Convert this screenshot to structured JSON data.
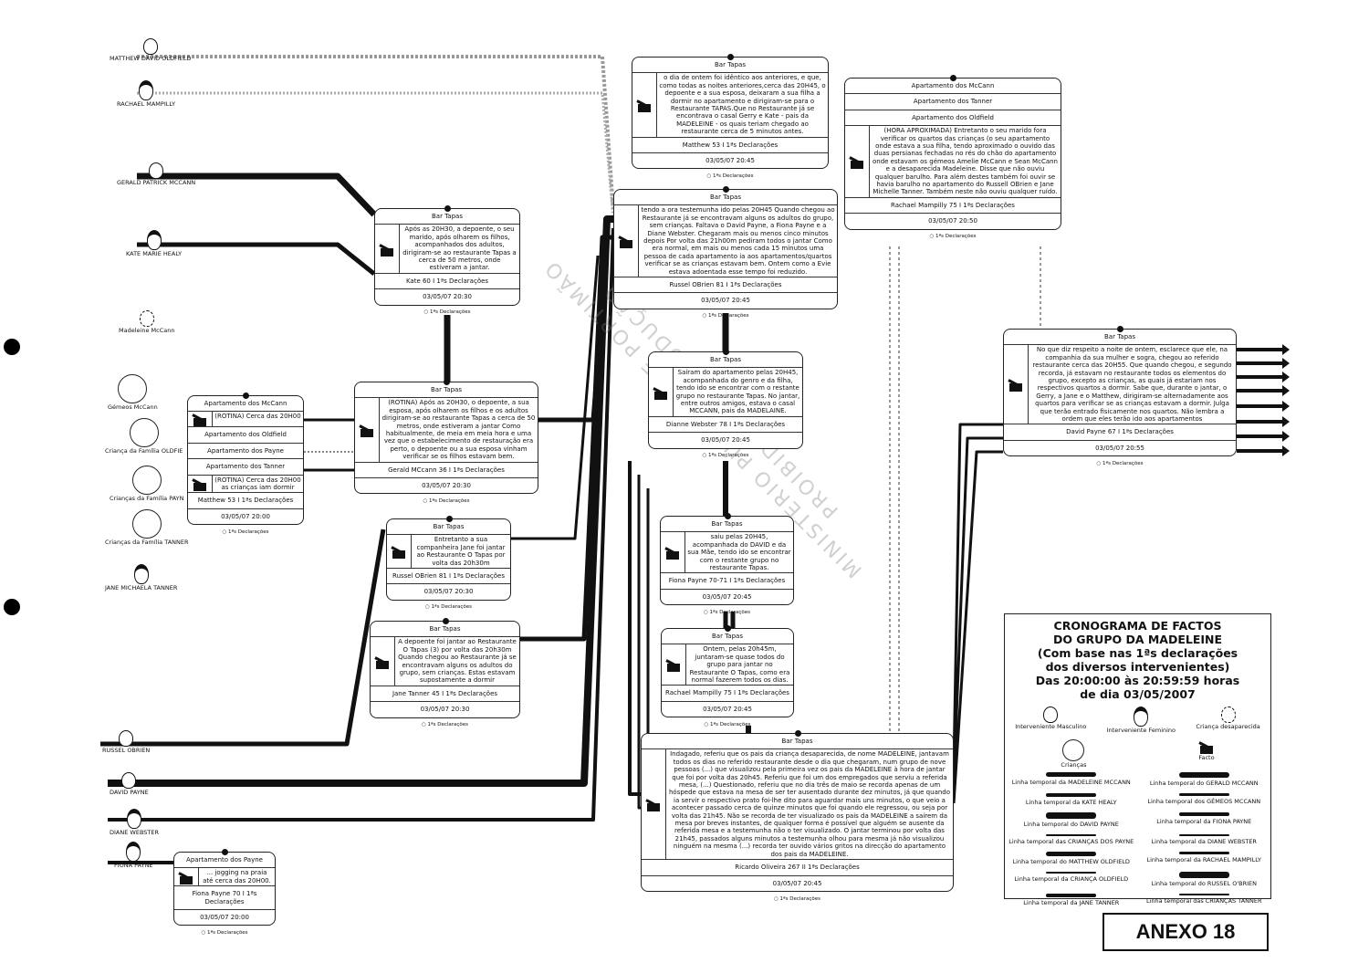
{
  "people": [
    {
      "name": "MATTHEW DAVID OLDFIELD",
      "kind": "male"
    },
    {
      "name": "RACHAEL MAMPILLY",
      "kind": "female"
    },
    {
      "name": "GERALD PATRICK MCCANN",
      "kind": "male"
    },
    {
      "name": "KATE MARIE HEALY",
      "kind": "female"
    },
    {
      "name": "Madeleine McCann",
      "kind": "missing-child"
    },
    {
      "name": "Gémeos McCann",
      "kind": "child"
    },
    {
      "name": "Criança da Família OLDFIE",
      "kind": "child"
    },
    {
      "name": "Crianças da Família PAYN",
      "kind": "child"
    },
    {
      "name": "Crianças da Família TANNER",
      "kind": "child"
    },
    {
      "name": "JANE MICHAELA TANNER",
      "kind": "female"
    },
    {
      "name": "RUSSEL OBRIEN",
      "kind": "male"
    },
    {
      "name": "DAVID PAYNE",
      "kind": "male"
    },
    {
      "name": "DIANE WEBSTER",
      "kind": "female"
    },
    {
      "name": "FIONA PAYNE",
      "kind": "female"
    }
  ],
  "cards": [
    {
      "rows": [
        {
          "h": "Bar Tapas"
        },
        {
          "f": "o dia de ontem foi idêntico aos anteriores, e que, como todas as noites anteriores,cerca das 20H45, o depoente e a sua esposa, deixaram a sua filha a dormir no apartamento e dirigiram-se para o Restaurante TAPAS.Que no Restaurante já se encontrava o casal Gerry e Kate - pais da MADELEINE - os quais teriam chegado ao restaurante cerca de 5 minutos antes."
        }
      ],
      "source": "Matthew 53 I 1ªs Declarações",
      "date": "03/05/07 20:45",
      "foot": "○ 1ªs Declarações"
    },
    {
      "rows": [
        {
          "h": "Bar Tapas"
        },
        {
          "f": "tendo a ora testemunha ido pelas 20H45 Quando chegou ao Restaurante já se encontravam alguns os adultos do grupo, sem crianças. Faltava o David Payne, a Fiona Payne e a Diane Webster. Chegaram mais ou menos cinco minutos depois Por volta das 21h00m pediram todos o jantar Como era normal, em mais ou menos cada 15 minutos uma pessoa de cada apartamento ia aos apartamentos/quartos verificar se as crianças estavam bem. Ontem como a Evie estava adoentada esse tempo foi reduzido."
        }
      ],
      "source": "Russel OBrien 81 I 1ªs Declarações",
      "date": "03/05/07 20:45",
      "foot": "○ 1ªs Declarações"
    },
    {
      "rows": [
        {
          "h": "Apartamento dos McCann"
        },
        {
          "h": "Apartamento dos Tanner"
        },
        {
          "h": "Apartamento dos Oldfield"
        },
        {
          "f": "(HORA APROXIMADA) Entretanto o seu marido fora verificar os quartos das crianças (o seu apartamento onde estava a sua filha, tendo aproximado o ouvido das duas persianas fechadas no rés do chão do apartamento onde estavam os gémeos Amelie McCann e Sean McCann e a desaparecida Madeleine. Disse que não ouviu qualquer barulho. Para além destes também foi ouvir se havia barulho no apartamento do Russell OBrien e Jane Michelle Tanner. Também neste não ouviu qualquer ruído."
        }
      ],
      "source": "Rachael Mampilly 75 I 1ªs Declarações",
      "date": "03/05/07 20:50",
      "foot": "○ 1ªs Declarações"
    },
    {
      "rows": [
        {
          "h": "Bar Tapas"
        },
        {
          "f": "Após as 20H30, a depoente, o seu marido, após olharem os filhos, acompanhados dos adultos, dirigiram-se ao restaurante Tapas a cerca de 50 metros, onde estiveram a jantar."
        }
      ],
      "source": "Kate 60 I 1ªs Declarações",
      "date": "03/05/07 20:30",
      "foot": "○ 1ªs Declarações"
    },
    {
      "rows": [
        {
          "h": "Bar Tapas"
        },
        {
          "f": "(ROTINA) Após as 20H30, o depoente, a sua esposa, após olharem os filhos e os adultos dirigiram-se ao restaurante Tapas a cerca de 50 metros, onde estiveram a jantar Como habitualmente, de meia em meia hora e uma vez que o estabelecimento de restauração era perto, o depoente ou a sua esposa vinham verificar se os filhos estavam bem."
        }
      ],
      "source": "Gerald MCcann 36 I 1ªs Declarações",
      "date": "03/05/07 20:30",
      "foot": "○ 1ªs Declarações"
    },
    {
      "rows": [
        {
          "h": "Apartamento dos McCann"
        },
        {
          "f": "(ROTINA) Cerca das 20H00"
        },
        {
          "h": "Apartamento dos Oldfield"
        },
        {
          "h": "Apartamento dos Payne"
        },
        {
          "h": "Apartamento dos Tanner"
        },
        {
          "f": "(ROTINA) Cerca das 20H00 as crianças iam dormir"
        }
      ],
      "source": "Matthew 53 I 1ªs Declarações",
      "date": "03/05/07 20:00",
      "foot": "○ 1ªs Declarações"
    },
    {
      "rows": [
        {
          "h": "Bar Tapas"
        },
        {
          "f": "Entretanto a sua companheira Jane foi jantar ao Restaurante O Tapas por volta das 20h30m"
        }
      ],
      "source": "Russel OBrien 81 I 1ªs Declarações",
      "date": "03/05/07 20:30",
      "foot": "○ 1ªs Declarações"
    },
    {
      "rows": [
        {
          "h": "Bar Tapas"
        },
        {
          "f": "A depoente foi jantar ao Restaurante O Tapas (3) por volta das 20h30m Quando chegou ao Restaurante já se encontravam alguns os adultos do grupo, sem crianças. Estas estavam supostamente a dormir"
        }
      ],
      "source": "Jane Tanner 45 I 1ªs Declarações",
      "date": "03/05/07 20:30",
      "foot": "○ 1ªs Declarações"
    },
    {
      "rows": [
        {
          "h": "Bar Tapas"
        },
        {
          "f": "Saíram do apartamento pelas 20H45, acompanhada do genro e da filha, tendo ido se encontrar com o restante grupo no restaurante Tapas. No jantar, entre outros amigos, estava o casal MCCANN, pais da MADELAINE."
        }
      ],
      "source": "Dianne Webster 78 I 1ªs Declarações",
      "date": "03/05/07 20:45",
      "foot": "○ 1ªs Declarações"
    },
    {
      "rows": [
        {
          "h": "Bar Tapas"
        },
        {
          "f": "saiu pelas 20H45, acompanhada do DAVID e da sua Mãe, tendo ido se encontrar com o restante grupo no restaurante Tapas."
        }
      ],
      "source": "Fiona Payne 70-71 I 1ªs Declarações",
      "date": "03/05/07 20:45",
      "foot": "○ 1ªs Declarações"
    },
    {
      "rows": [
        {
          "h": "Bar Tapas"
        },
        {
          "f": "Ontem, pelas 20h45m, juntaram-se quase todos do grupo para jantar no Restaurante O Tapas, como era normal fazerem todos os dias."
        }
      ],
      "source": "Rachael Mampilly 75 I 1ªs Declarações",
      "date": "03/05/07 20:45",
      "foot": "○ 1ªs Declarações"
    },
    {
      "rows": [
        {
          "h": "Bar Tapas"
        },
        {
          "f": "Indagado, referiu que os pais da criança desaparecida, de nome MADELEINE, jantavam todos os dias no referido restaurante desde o dia que chegaram, num grupo de nove pessoas (...) que visualizou pela primeira vez os pais da MADELEINE à hora de jantar que foi por volta das 20h45. Referiu que foi um dos empregados que serviu a referida mesa, (...) Questionado, referiu que no dia três de maio se recorda apenas de um hóspede que estava na mesa de ser ter ausentado durante dez minutos, já que quando ia servir o respectivo prato foi-lhe dito para aguardar mais uns minutos, o que veio a acontecer passado cerca de quinze minutos que foi quando ele regressou, ou seja por volta das 21h45. Não se recorda de ter visualizado os pais da MADELEINE a saírem da mesa por breves instantes, de qualquer forma é possível que alguém se ausente da referida mesa e a testemunha não o ter visualizado. O jantar terminou por volta das 21h45, passados alguns minutos a testemunha olhou para mesma já não visualizou ninguém na mesma (...) recorda ter ouvido vários gritos na direcção do apartamento dos pais da MADELEINE."
        }
      ],
      "source": "Ricardo Oliveira 267 II 1ªs Declarações",
      "date": "03/05/07 20:45",
      "foot": "○ 1ªs Declarações"
    },
    {
      "rows": [
        {
          "h": "Bar Tapas"
        },
        {
          "f": "No que diz respeito a noite de ontem, esclarece que ele, na companhia da sua mulher e sogra, chegou ao referido restaurante cerca das 20H55. Que quando chegou, e segundo recorda, já estavam no restaurante todos os elementos do grupo, excepto as crianças, as quais já estariam nos respectivos quartos a dormir. Sabe que, durante o jantar, o Gerry, a Jane e o Matthew, dirigiram-se alternadamente aos quartos para verificar se as crianças estavam a dormir. Julga que terão entrado fisicamente nos quartos. Não lembra a ordem que eles terão ido aos apartamentos"
        }
      ],
      "source": "David Payne 67 I 1ªs Declarações",
      "date": "03/05/07 20:55",
      "foot": "○ 1ªs Declarações"
    },
    {
      "rows": [
        {
          "h": "Apartamento dos Payne"
        },
        {
          "f": "... jogging na praia até cerca das 20H00."
        }
      ],
      "source": "Fiona Payne 70 I 1ªs Declarações",
      "date": "03/05/07 20:00",
      "foot": "○ 1ªs Declarações"
    }
  ],
  "watermark": {
    "line1": "MINISTÉRIO PÚBLICO DE PORTIMÃO",
    "line2": "PROIBIDA A REPRODUÇÃO"
  },
  "legend": {
    "title": [
      "CRONOGRAMA DE FACTOS",
      "DO GRUPO DA MADELEINE",
      "(Com base nas 1ªs declarações",
      "dos diversos intervenientes)",
      "Das 20:00:00 às 20:59:59 horas",
      "de dia 03/05/2007"
    ],
    "icons": {
      "male": "Interveniente Masculino",
      "female": "Interveniente Feminino",
      "missing": "Criança desaparecida",
      "children": "Crianças",
      "fact": "Facto"
    },
    "timelines": [
      "Linha temporal da MADELEINE MCCANN",
      "Linha temporal do GERALD MCCANN",
      "Linha temporal da KATE HEALY",
      "Linha temporal dos GÉMEOS MCCANN",
      "Linha temporal do DAVID PAYNE",
      "Linha temporal da FIONA PAYNE",
      "Linha temporal das CRIANÇAS DOS PAYNE",
      "Linha temporal da DIANE WEBSTER",
      "Linha temporal do MATTHEW OLDFIELD",
      "Linha temporal da RACHAEL MAMPILLY",
      "Linha temporal da CRIANÇA OLDFIELD",
      "Linha temporal do RUSSEL O'BRIEN",
      "Linha temporal da JANE TANNER",
      "Linha temporal das CRIANÇAS TANNER"
    ]
  },
  "annex": "ANEXO 18"
}
